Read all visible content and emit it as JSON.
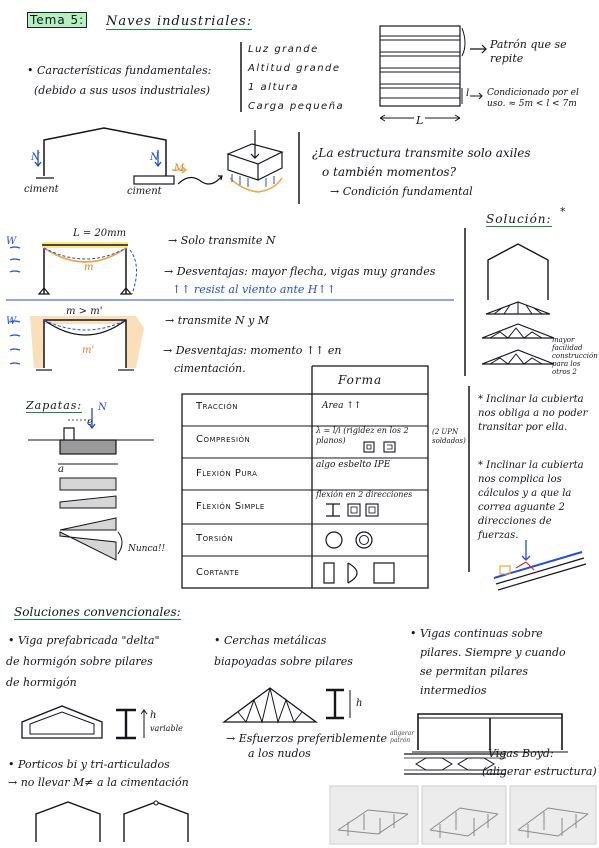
{
  "header": {
    "tema": "Tema 5:",
    "title": "Naves industriales:"
  },
  "characteristics": {
    "line1": "• Características fundamentales:",
    "line2": "(debido a sus usos industriales)",
    "items": [
      "Luz grande",
      "Altitud grande",
      "1 altura",
      "Carga pequeña"
    ]
  },
  "plan_notes": {
    "pattern": "Patrón que se repite",
    "condition": "Condicionado por el uso. ≈ 5m < l < 7m",
    "L": "L",
    "l": "l"
  },
  "frame_labels": {
    "N1": "N",
    "N2": "N",
    "M": "M",
    "ciment1": "ciment",
    "ciment2": "ciment"
  },
  "question": {
    "line1": "¿La estructura transmite solo axiles",
    "line2": "o también momentos?",
    "line3": "→ Condición fundamental"
  },
  "pinned": {
    "L20": "L = 20mm",
    "w": "W",
    "m": "m",
    "note1": "→ Solo transmite N",
    "note2": "→ Desventajas: mayor flecha, vigas muy grandes",
    "note3": "↑↑ resist al viento ante H↑↑"
  },
  "rigid": {
    "mm": "m > m'",
    "m2": "m'",
    "w": "W",
    "note1": "→ transmite N y M",
    "note2": "→ Desventajas: momento ↑↑ en",
    "note3": "cimentación."
  },
  "solution": {
    "title": "Solución:",
    "star": "*",
    "side": "mayor facilidad construcción para los otros 2",
    "note1": "* Inclinar la cubierta nos obliga a no poder transitar por ella.",
    "note2": "* Inclinar la cubierta nos complica los cálculos y a que la correa aguante 2 direcciones de fuerzas."
  },
  "zapatas": {
    "title": "Zapatas:",
    "e": "e",
    "N": "N",
    "a": "a",
    "nunca": "Nunca!!"
  },
  "forma_table": {
    "header": "Forma",
    "rows": [
      {
        "label": "Tracción",
        "desc": "Area ↑↑"
      },
      {
        "label": "Compresión",
        "desc": "λ = l/i (rigidez en los 2 planos)"
      },
      {
        "label": "Flexión Pura",
        "desc": "algo esbelto IPE"
      },
      {
        "label": "Flexión Simple",
        "desc": "flexión en 2 direcciones"
      },
      {
        "label": "Torsión",
        "desc": ""
      },
      {
        "label": "Cortante",
        "desc": ""
      }
    ],
    "side_note": "(2 UPN soldados)"
  },
  "conventional": {
    "title": "Soluciones convencionales:",
    "col1_l1": "• Viga prefabricada \"delta\"",
    "col1_l2": "de hormigón sobre pilares",
    "col1_l3": "de hormigón",
    "variable": "variable",
    "h1": "h",
    "col1_b1": "• Porticos bi y tri-articulados",
    "col1_b2": "→ no llevar M≠ a la cimentación",
    "col2_l1": "• Cerchas metálicas",
    "col2_l2": "biapoyadas sobre pilares",
    "h2": "h",
    "col2_b1": "→ Esfuerzos preferiblemente",
    "col2_b2": "a los nudos",
    "col3_l1": "• Vigas continuas sobre",
    "col3_l2": "pilares. Siempre y cuando",
    "col3_l3": "se permitan pilares",
    "col3_l4": "intermedios",
    "aligerar": "aligerar patrón",
    "boyd1": "Vigas Boyd:",
    "boyd2": "(aligerar estructura)"
  },
  "colors": {
    "ink": "#14161c",
    "blue": "#1f4ed8",
    "orange": "#f2a43a",
    "green_hl": "#76e68c",
    "yellow_hl": "#ffde54",
    "red": "#d92b2b"
  }
}
